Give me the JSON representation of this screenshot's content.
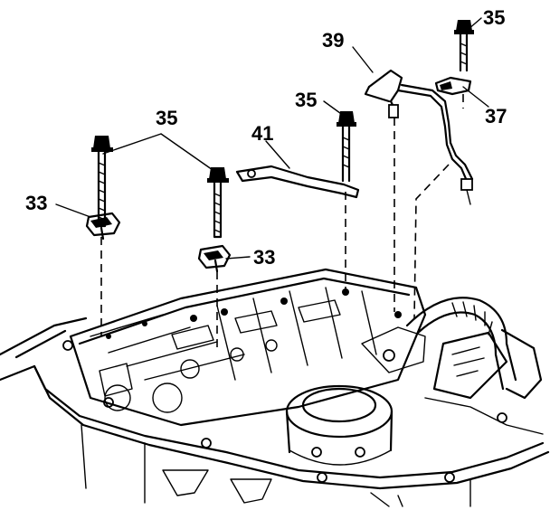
{
  "diagram": {
    "callouts": {
      "bolt_top_right": "35",
      "tube": "39",
      "bracket_37": "37",
      "bolt_center": "35",
      "bracket_41": "41",
      "bolt_pair": "35",
      "clip_left": "33",
      "clip_center": "33"
    }
  }
}
